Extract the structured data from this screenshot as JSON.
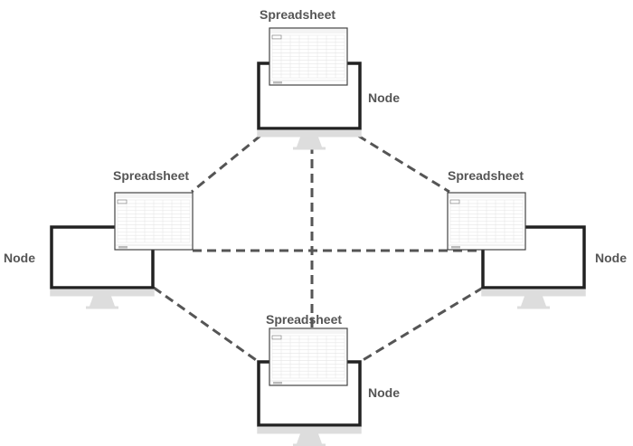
{
  "diagram": {
    "nodes": [
      {
        "id": "top",
        "spreadsheet_label": "Spreadsheet",
        "node_label": "Node"
      },
      {
        "id": "left",
        "spreadsheet_label": "Spreadsheet",
        "node_label": "Node"
      },
      {
        "id": "right",
        "spreadsheet_label": "Spreadsheet",
        "node_label": "Node"
      },
      {
        "id": "bottom",
        "spreadsheet_label": "Spreadsheet",
        "node_label": "Node"
      }
    ],
    "connections": [
      [
        "top",
        "left"
      ],
      [
        "top",
        "right"
      ],
      [
        "top",
        "bottom"
      ],
      [
        "left",
        "right"
      ],
      [
        "left",
        "bottom"
      ],
      [
        "right",
        "bottom"
      ]
    ],
    "colors": {
      "monitor_frame": "#222222",
      "monitor_base": "#dddddd",
      "connection_line": "#555555",
      "label_text": "#555555",
      "sheet_border": "#444444",
      "sheet_grid": "#e6e6e6"
    }
  }
}
